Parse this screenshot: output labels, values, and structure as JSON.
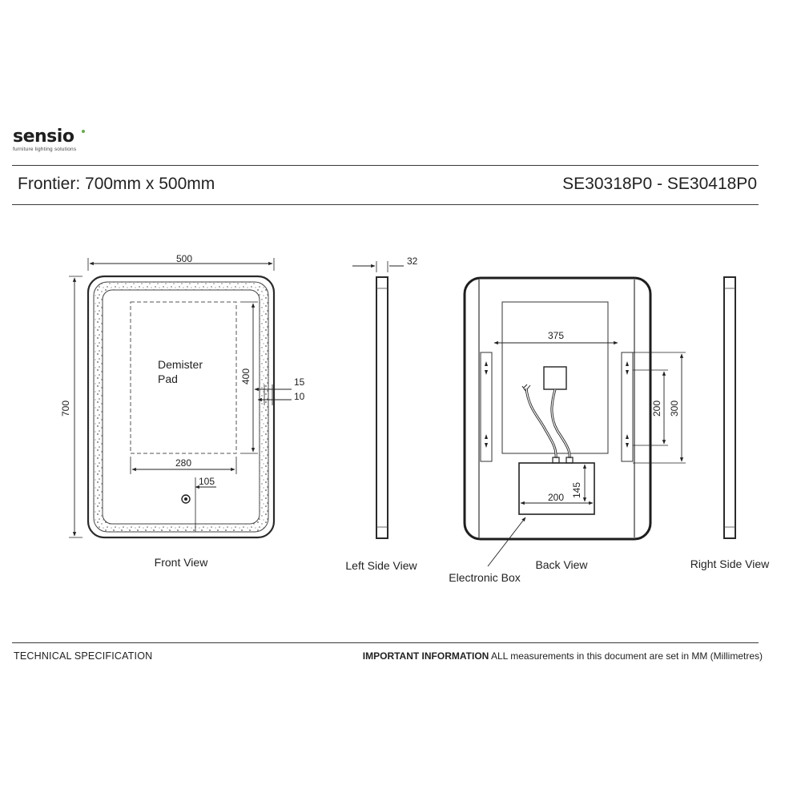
{
  "brand": {
    "name": "sensio",
    "tagline": "furniture lighting solutions"
  },
  "header": {
    "product": "Frontier: 700mm x 500mm",
    "codes": "SE30318P0 - SE30418P0"
  },
  "drawing": {
    "front": {
      "caption": "Front View",
      "width": "500",
      "height": "700",
      "pad_label_line1": "Demister",
      "pad_label_line2": "Pad",
      "pad_height": "400",
      "pad_width": "280",
      "dim_15": "15",
      "dim_10": "10",
      "dim_105": "105"
    },
    "left": {
      "caption": "Left Side View",
      "depth": "32"
    },
    "back": {
      "caption": "Back View",
      "dim_375": "375",
      "dim_200_vert": "200",
      "dim_300": "300",
      "box_width": "200",
      "box_height": "145",
      "box_label": "Electronic Box"
    },
    "right": {
      "caption": "Right Side View"
    }
  },
  "footer": {
    "left": "TECHNICAL SPECIFICATION",
    "important_label": "IMPORTANT INFORMATION",
    "important_text": " ALL measurements in this document are set in MM (Millimetres)"
  }
}
